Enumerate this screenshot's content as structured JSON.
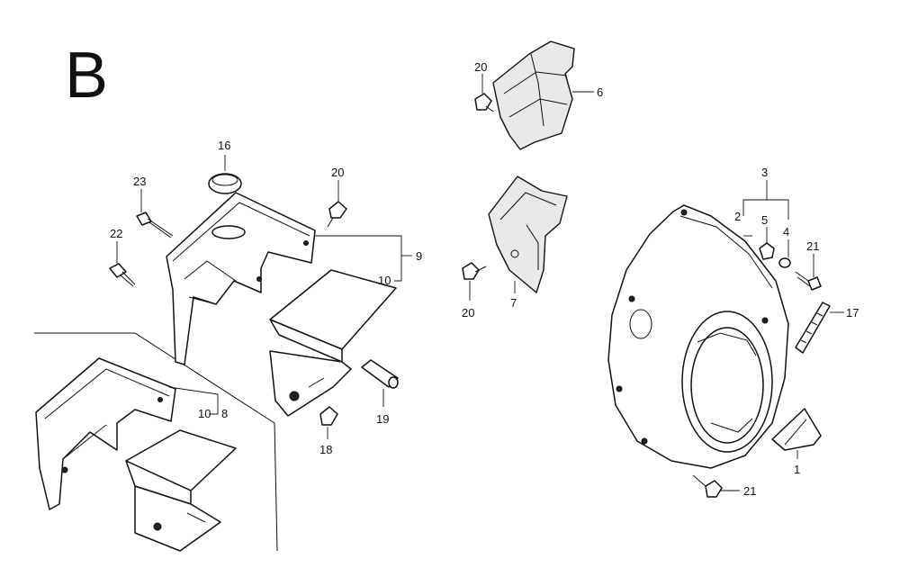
{
  "section": {
    "letter": "B"
  },
  "callouts": {
    "c1": "1",
    "c2": "2",
    "c3": "3",
    "c4": "4",
    "c5": "5",
    "c6": "6",
    "c7": "7",
    "c8": "8",
    "c9": "9",
    "c10a": "10",
    "c10b": "10",
    "c16": "16",
    "c17": "17",
    "c18": "18",
    "c19": "19",
    "c20a": "20",
    "c20b": "20",
    "c20c": "20",
    "c21a": "21",
    "c21b": "21",
    "c22": "22",
    "c23": "23"
  }
}
